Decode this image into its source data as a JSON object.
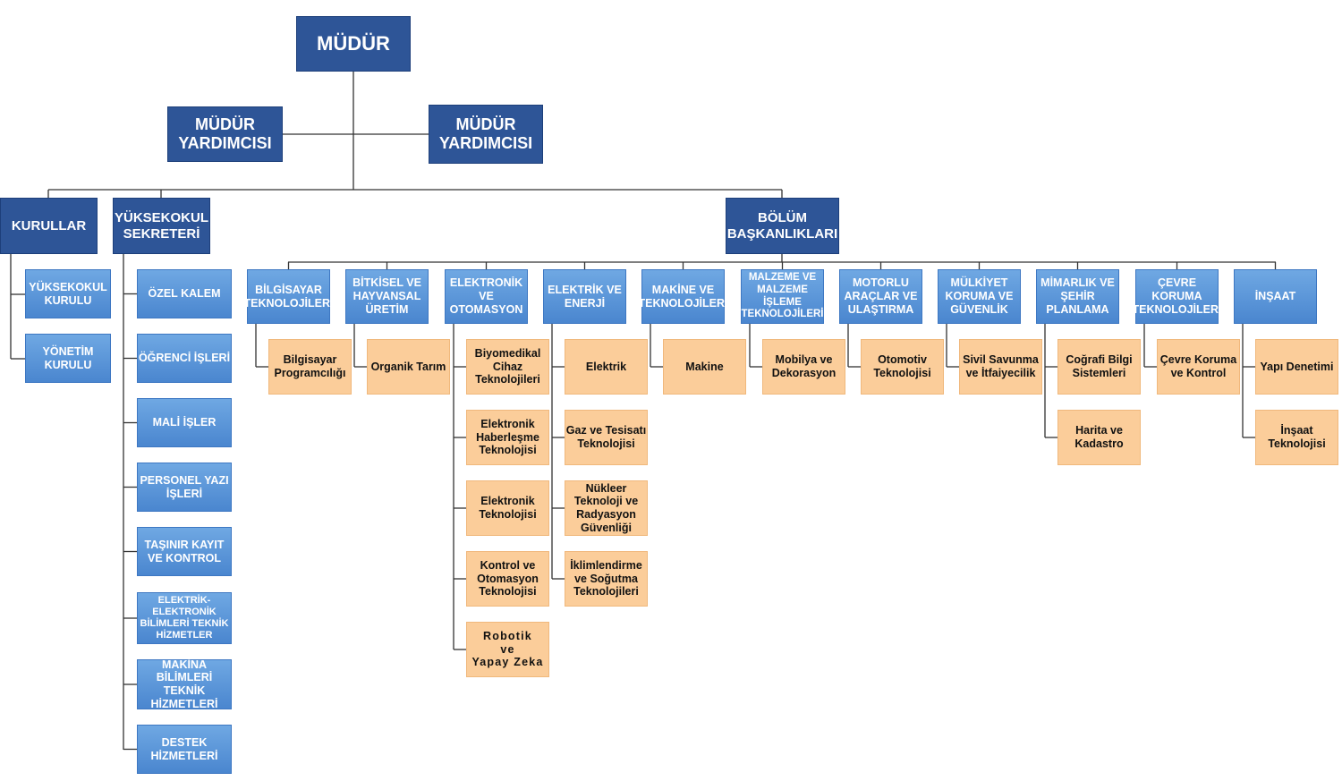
{
  "colors": {
    "top": "#2e5597",
    "sub": "#5b95da",
    "program": "#fbcd9a",
    "line": "#333333"
  },
  "director": "MÜDÜR",
  "deputies": [
    "MÜDÜR\nYARDIMCISI",
    "MÜDÜR\nYARDIMCISI"
  ],
  "kurullar": {
    "title": "KURULLAR",
    "items": [
      "YÜKSEKOKUL\nKURULU",
      "YÖNETİM\nKURULU"
    ]
  },
  "sekreter": {
    "title": "YÜKSEKOKUL\nSEKRETERİ",
    "items": [
      "ÖZEL KALEM",
      "ÖĞRENCİ İŞLERİ",
      "MALİ İŞLER",
      "PERSONEL YAZI\nİŞLERİ",
      "TAŞINIR KAYIT\nVE KONTROL",
      "ELEKTRİK-\nELEKTRONİK\nBİLİMLERİ TEKNİK\nHİZMETLER",
      "MAKİNA\nBİLİMLERİ TEKNİK\nHİZMETLERİ",
      "DESTEK\nHİZMETLERİ"
    ]
  },
  "bolum": {
    "title": "BÖLÜM\nBAŞKANLIKLARI",
    "departments": [
      {
        "name": "BİLGİSAYAR\nTEKNOLOJİLERİ",
        "programs": [
          "Bilgisayar\nProgramcılığı"
        ]
      },
      {
        "name": "BİTKİSEL VE\nHAYVANSAL\nÜRETİM",
        "programs": [
          "Organik Tarım"
        ]
      },
      {
        "name": "ELEKTRONİK\nVE\nOTOMASYON",
        "programs": [
          "Biyomedikal\nCihaz\nTeknolojileri",
          "Elektronik\nHaberleşme\nTeknolojisi",
          "Elektronik\nTeknolojisi",
          "Kontrol ve\nOtomasyon\nTeknolojisi",
          "Robotik\nve\nYapay Zeka"
        ]
      },
      {
        "name": "ELEKTRİK VE\nENERJİ",
        "programs": [
          "Elektrik",
          "Gaz ve Tesisatı\nTeknolojisi",
          "Nükleer\nTeknoloji ve\nRadyasyon\nGüvenliği",
          "İklimlendirme\nve Soğutma\nTeknolojileri"
        ]
      },
      {
        "name": "MAKİNE VE\nTEKNOLOJİLERİ",
        "programs": [
          "Makine"
        ]
      },
      {
        "name": "MALZEME VE\nMALZEME\nİŞLEME\nTEKNOLOJİLERİ",
        "programs": [
          "Mobilya ve\nDekorasyon"
        ]
      },
      {
        "name": "MOTORLU\nARAÇLAR VE\nULAŞTIRMA",
        "programs": [
          "Otomotiv\nTeknolojisi"
        ]
      },
      {
        "name": "MÜLKİYET\nKORUMA VE\nGÜVENLİK",
        "programs": [
          "Sivil Savunma\nve İtfaiyecilik"
        ]
      },
      {
        "name": "MİMARLIK VE\nŞEHİR\nPLANLAMA",
        "programs": [
          "Coğrafi Bilgi\nSistemleri",
          "Harita ve\nKadastro"
        ]
      },
      {
        "name": "ÇEVRE\nKORUMA\nTEKNOLOJİLERİ",
        "programs": [
          "Çevre Koruma\nve Kontrol"
        ]
      },
      {
        "name": "İNŞAAT",
        "programs": [
          "Yapı Denetimi",
          "İnşaat\nTeknolojisi"
        ]
      }
    ]
  }
}
